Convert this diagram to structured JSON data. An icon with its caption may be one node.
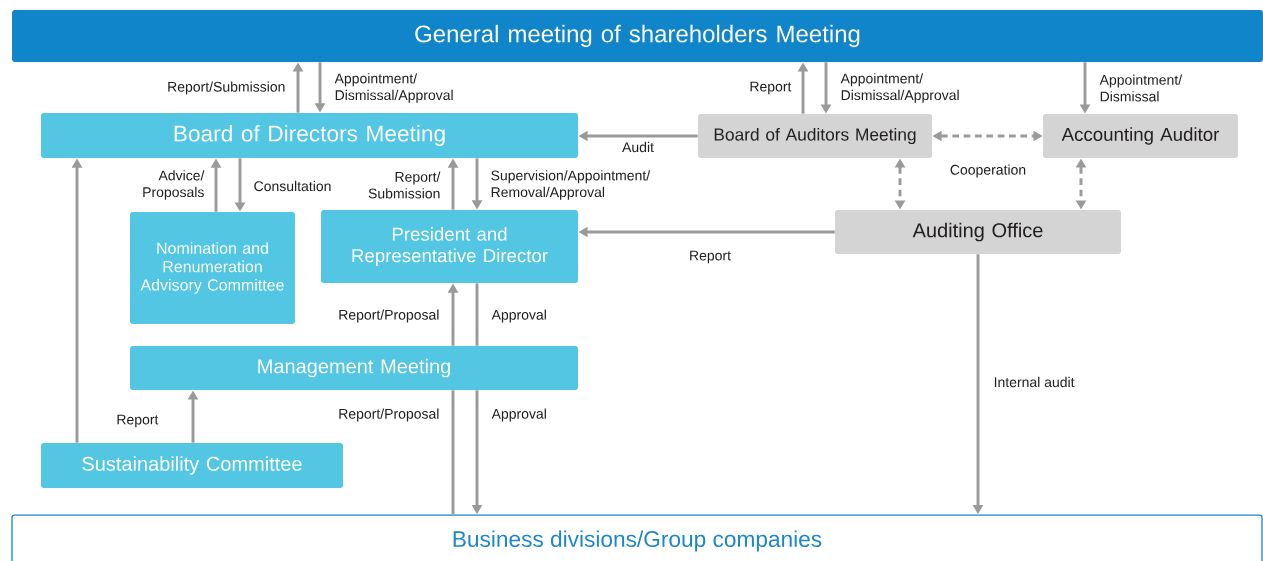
{
  "diagram": {
    "nodes": [
      {
        "text": [
          "General meeting of shareholders Meeting"
        ]
      },
      {
        "text": [
          "Board of Directors Meeting"
        ]
      },
      {
        "text": [
          "Board of Auditors Meeting"
        ]
      },
      {
        "text": [
          "Accounting Auditor"
        ]
      },
      {
        "text": [
          "Nomination and Renumeration Advisory Committee"
        ]
      },
      {
        "text": [
          "President and Representative Director"
        ]
      },
      {
        "text": [
          "Auditing Office"
        ]
      },
      {
        "text": [
          "Management Meeting"
        ]
      },
      {
        "text": [
          "Sustainability Committee"
        ]
      },
      {
        "text": [
          "Business divisions/Group companies"
        ]
      }
    ],
    "edges": [
      {
        "from": 1,
        "to": 0,
        "arrow": "to",
        "label": "Report/Submission"
      },
      {
        "from": 0,
        "to": 1,
        "arrow": "to",
        "label": "Appointment/ Dismissal/Approval"
      },
      {
        "from": 2,
        "to": 0,
        "arrow": "to",
        "label": "Report"
      },
      {
        "from": 0,
        "to": 2,
        "arrow": "to",
        "label": "Appointment/ Dismissal/Approval"
      },
      {
        "from": 0,
        "to": 3,
        "arrow": "to",
        "label": "Appointment/ Dismissal"
      },
      {
        "from": 2,
        "to": 1,
        "arrow": "to",
        "label": "Audit"
      },
      {
        "from": 2,
        "to": 3,
        "arrow": "both",
        "style": "dashed",
        "label": "Cooperation"
      },
      {
        "from": 2,
        "to": 6,
        "arrow": "both",
        "style": "dashed"
      },
      {
        "from": 3,
        "to": 6,
        "arrow": "both",
        "style": "dashed"
      },
      {
        "from": 4,
        "to": 1,
        "arrow": "to",
        "label": "Advice/ Proposals"
      },
      {
        "from": 1,
        "to": 4,
        "arrow": "to",
        "label": "Consultation"
      },
      {
        "from": 5,
        "to": 1,
        "arrow": "to",
        "label": "Report/ Submission"
      },
      {
        "from": 1,
        "to": 5,
        "arrow": "to",
        "label": "Supervision/Appointment/ Removal/Approval"
      },
      {
        "from": 6,
        "to": 5,
        "arrow": "to",
        "label": "Report"
      },
      {
        "from": 6,
        "to": 9,
        "arrow": "to",
        "label": "Internal audit"
      },
      {
        "from": 8,
        "to": 1,
        "arrow": "to"
      },
      {
        "from": 8,
        "to": 7,
        "arrow": "to",
        "label": "Report"
      },
      {
        "from": 7,
        "to": 5,
        "arrow": "to",
        "label": "Report/Proposal"
      },
      {
        "from": 5,
        "to": 7,
        "arrow": "none",
        "label": "Approval"
      },
      {
        "from": 9,
        "to": 7,
        "arrow": "none",
        "label": "Report/Proposal"
      },
      {
        "from": 7,
        "to": 9,
        "arrow": "to",
        "label": "Approval"
      }
    ]
  }
}
